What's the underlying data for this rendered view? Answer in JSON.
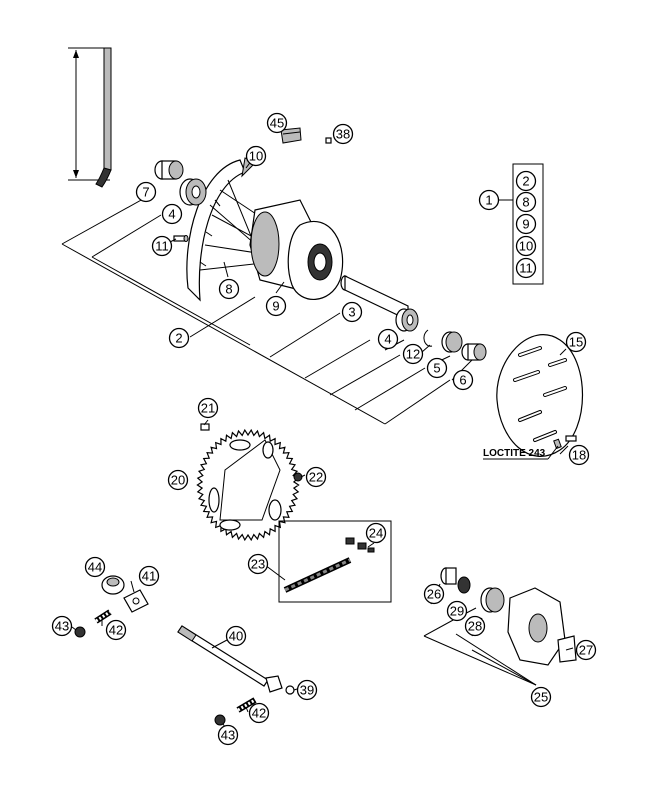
{
  "diagram": {
    "kit_group": {
      "main": "1",
      "members": [
        "2",
        "8",
        "9",
        "10",
        "11"
      ]
    },
    "loctite_label": "LOCTITE 243",
    "callouts": [
      {
        "id": "c45",
        "label": "45"
      },
      {
        "id": "c38",
        "label": "38"
      },
      {
        "id": "c10a",
        "label": "10"
      },
      {
        "id": "c7",
        "label": "7"
      },
      {
        "id": "c4a",
        "label": "4"
      },
      {
        "id": "c11",
        "label": "11"
      },
      {
        "id": "c8",
        "label": "8"
      },
      {
        "id": "c9",
        "label": "9"
      },
      {
        "id": "c2",
        "label": "2"
      },
      {
        "id": "c3",
        "label": "3"
      },
      {
        "id": "c4b",
        "label": "4"
      },
      {
        "id": "c12",
        "label": "12"
      },
      {
        "id": "c5",
        "label": "5"
      },
      {
        "id": "c6",
        "label": "6"
      },
      {
        "id": "c15",
        "label": "15"
      },
      {
        "id": "c18",
        "label": "18"
      },
      {
        "id": "c21",
        "label": "21"
      },
      {
        "id": "c20",
        "label": "20"
      },
      {
        "id": "c22",
        "label": "22"
      },
      {
        "id": "c24",
        "label": "24"
      },
      {
        "id": "c23",
        "label": "23"
      },
      {
        "id": "c44",
        "label": "44"
      },
      {
        "id": "c41",
        "label": "41"
      },
      {
        "id": "c43a",
        "label": "43"
      },
      {
        "id": "c42a",
        "label": "42"
      },
      {
        "id": "c40",
        "label": "40"
      },
      {
        "id": "c39",
        "label": "39"
      },
      {
        "id": "c42b",
        "label": "42"
      },
      {
        "id": "c43b",
        "label": "43"
      },
      {
        "id": "c26",
        "label": "26"
      },
      {
        "id": "c29",
        "label": "29"
      },
      {
        "id": "c28",
        "label": "28"
      },
      {
        "id": "c27",
        "label": "27"
      },
      {
        "id": "c25",
        "label": "25"
      }
    ]
  }
}
